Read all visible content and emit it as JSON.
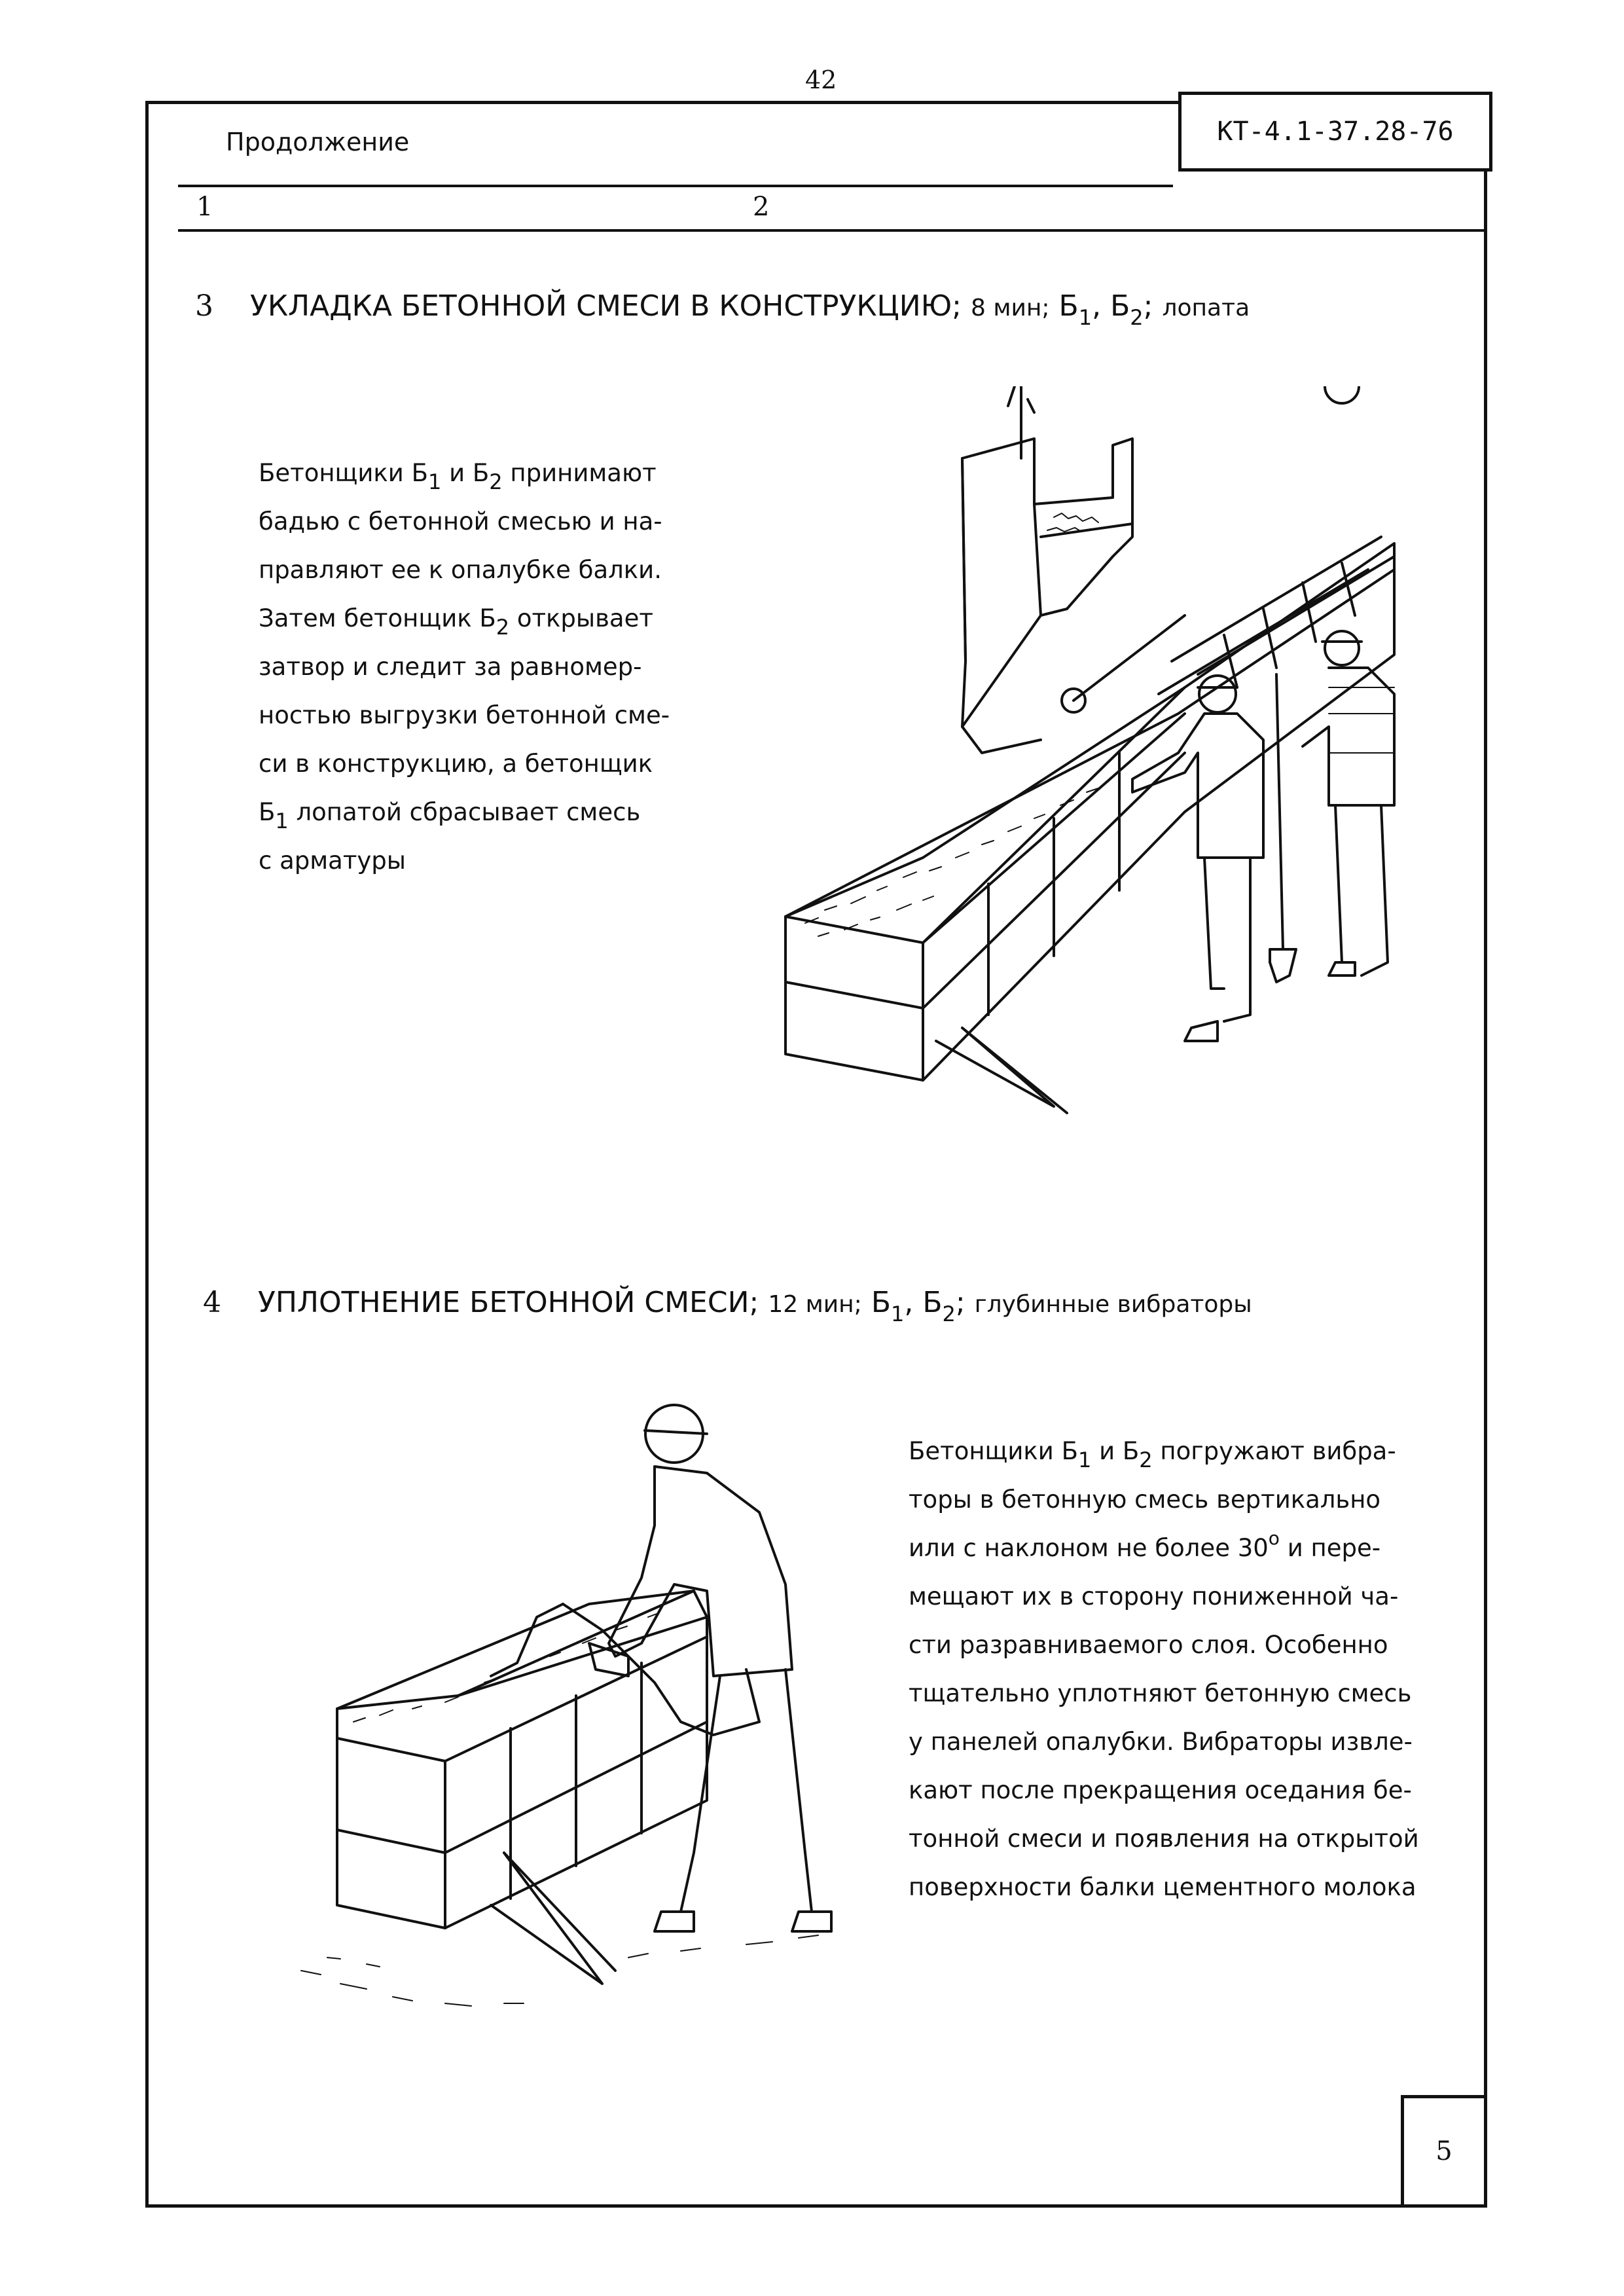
{
  "page_number": "42",
  "header": {
    "continued": "Продолжение",
    "doc_code": "КТ-4.1-37.28-76"
  },
  "columns": {
    "col1": "1",
    "col2": "2"
  },
  "op3": {
    "num": "3",
    "title": "УКЛАДКА БЕТОННОЙ СМЕСИ В КОНСТРУКЦИЮ;",
    "time": "8 мин;",
    "b": "Б",
    "s1": "1",
    "s2": "2",
    "comma": ",",
    "semicolon": ";",
    "tool": "лопата",
    "text": {
      "l1a": "Бетонщики Б",
      "l1s1": "1",
      "l1b": " и Б",
      "l1s2": "2",
      "l1c": " принимают",
      "l2": "бадью с бетонной смесью и на-",
      "l3": "правляют ее к опалубке балки.",
      "l4a": "Затем бетонщик Б",
      "l4s": "2",
      "l4b": " открывает",
      "l5": "затвор и следит за равномер-",
      "l6": "ностью выгрузки бетонной сме-",
      "l7": "си в конструкцию, а бетонщик",
      "l8a": "Б",
      "l8s": "1",
      "l8b": " лопатой сбрасывает смесь",
      "l9": "с арматуры"
    }
  },
  "op4": {
    "num": "4",
    "title": "УПЛОТНЕНИЕ БЕТОННОЙ СМЕСИ;",
    "time": "12 мин;",
    "b": "Б",
    "s1": "1",
    "s2": "2",
    "comma": ",",
    "semicolon": ";",
    "tool": "глубинные вибраторы",
    "text": {
      "l1a": "Бетонщики Б",
      "l1s1": "1",
      "l1b": " и Б",
      "l1s2": "2",
      "l1c": " погружают вибра-",
      "l2": "торы в бетонную смесь вертикально",
      "l3a": "или с наклоном не более 30",
      "l3sup": "о",
      "l3b": " и пере-",
      "l4": "мещают их в сторону пониженной ча-",
      "l5": "сти разравниваемого слоя. Особенно",
      "l6": "тщательно уплотняют бетонную смесь",
      "l7": "у панелей опалубки. Вибраторы извле-",
      "l8": "кают после прекращения оседания бе-",
      "l9": "тонной смеси и появления на открытой",
      "l10": "поверхности балки цементного молока"
    }
  },
  "sheet_number": "5"
}
